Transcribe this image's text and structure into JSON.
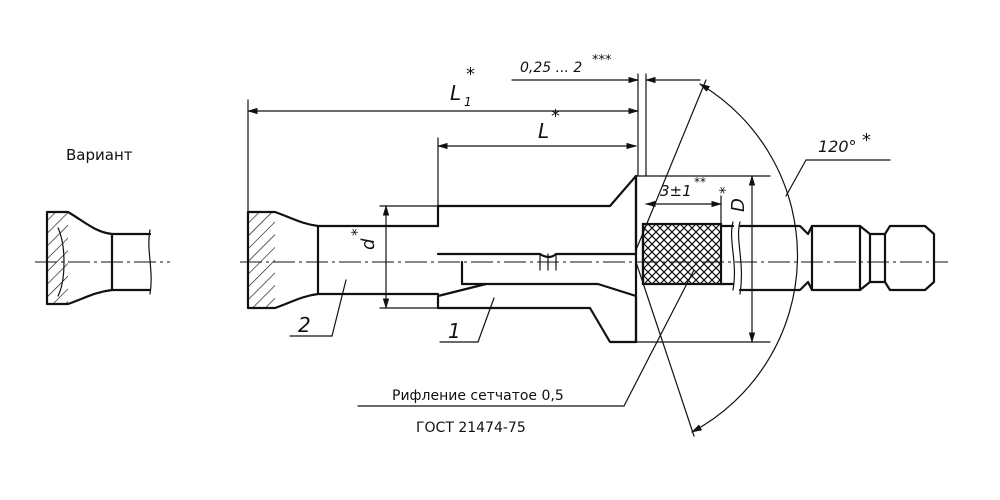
{
  "variant_label": "Вариант",
  "dimensions": {
    "L1": "L",
    "L1_sub": "1",
    "L1_mark": "*",
    "L": "L",
    "L_mark": "*",
    "gap": "0,25 ... 2",
    "gap_mark": "***",
    "knurl_len": "3±1",
    "knurl_mark": "**",
    "angle": "120°",
    "angle_mark": "*",
    "d_small": "d",
    "d_small_mark": "*",
    "D_big": "D",
    "D_big_mark": "*"
  },
  "callouts": {
    "part1": "1",
    "part2": "2"
  },
  "notes": {
    "knurl": "Рифление сетчатое 0,5",
    "gost": "ГОСТ 21474-75"
  }
}
